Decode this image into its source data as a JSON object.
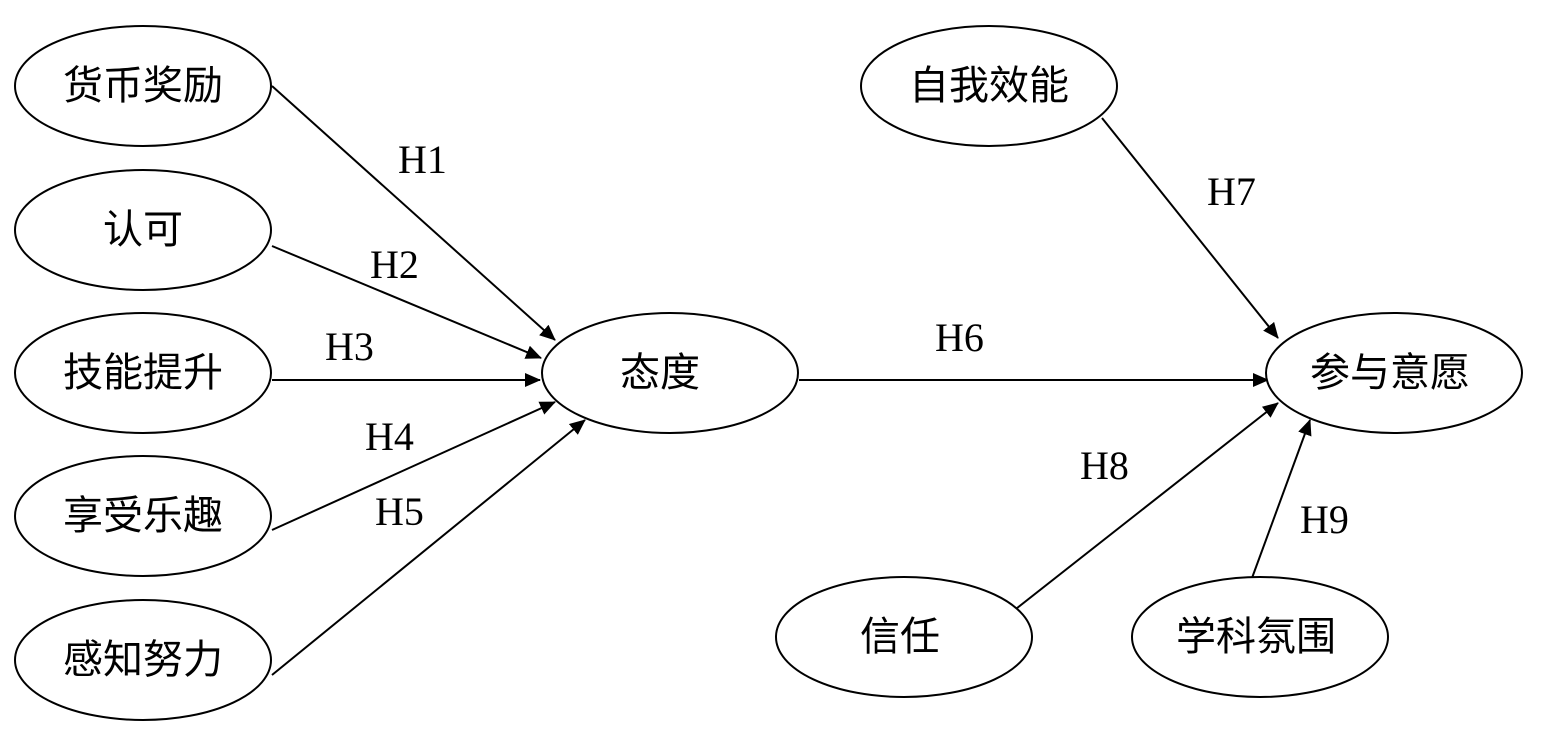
{
  "nodes": {
    "currency_reward": "货币奖励",
    "recognition": "认可",
    "skill_improvement": "技能提升",
    "enjoyment": "享受乐趣",
    "perceived_effort": "感知努力",
    "attitude": "态度",
    "self_efficacy": "自我效能",
    "participation_intention": "参与意愿",
    "trust": "信任",
    "disciplinary_atmosphere": "学科氛围"
  },
  "hypotheses": {
    "h1": "H1",
    "h2": "H2",
    "h3": "H3",
    "h4": "H4",
    "h5": "H5",
    "h6": "H6",
    "h7": "H7",
    "h8": "H8",
    "h9": "H9"
  },
  "colors": {
    "stroke": "#000000",
    "background": "#ffffff"
  }
}
